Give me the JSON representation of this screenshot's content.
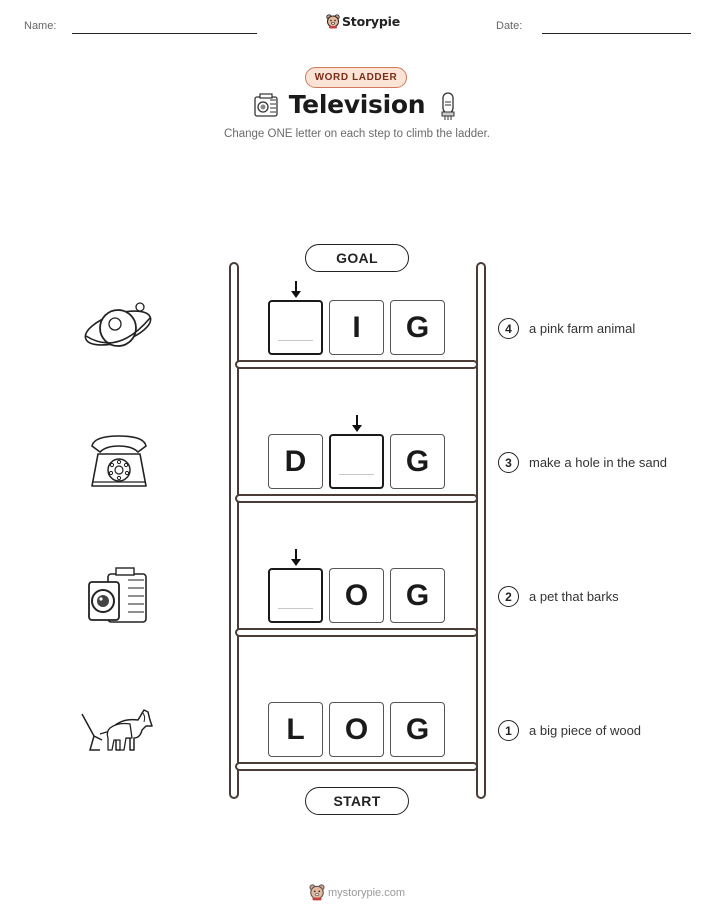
{
  "header": {
    "name_label": "Name:",
    "date_label": "Date:",
    "brand": "Storypie"
  },
  "badge": "WORD LADDER",
  "title": "Television",
  "subtitle": "Change ONE letter on each step to climb the ladder.",
  "goal_label": "GOAL",
  "start_label": "START",
  "rows": [
    {
      "letters": [
        "",
        "I",
        "G"
      ],
      "clue_number": "4",
      "clue": "a pink farm animal",
      "picture_icon": "planet-icon"
    },
    {
      "letters": [
        "D",
        "",
        "G"
      ],
      "clue_number": "3",
      "clue": "make a hole in the sand",
      "picture_icon": "telephone-icon"
    },
    {
      "letters": [
        "",
        "O",
        "G"
      ],
      "clue_number": "2",
      "clue": "a pet that barks",
      "picture_icon": "camera-icon"
    },
    {
      "letters": [
        "L",
        "O",
        "G"
      ],
      "clue_number": "1",
      "clue": "a big piece of wood",
      "picture_icon": "horse-plow-icon"
    }
  ],
  "footer": "mystorypie.com",
  "colors": {
    "badge_bg": "#fbe3d6",
    "badge_border": "#d07a5a",
    "ladder": "#4a3b36"
  }
}
